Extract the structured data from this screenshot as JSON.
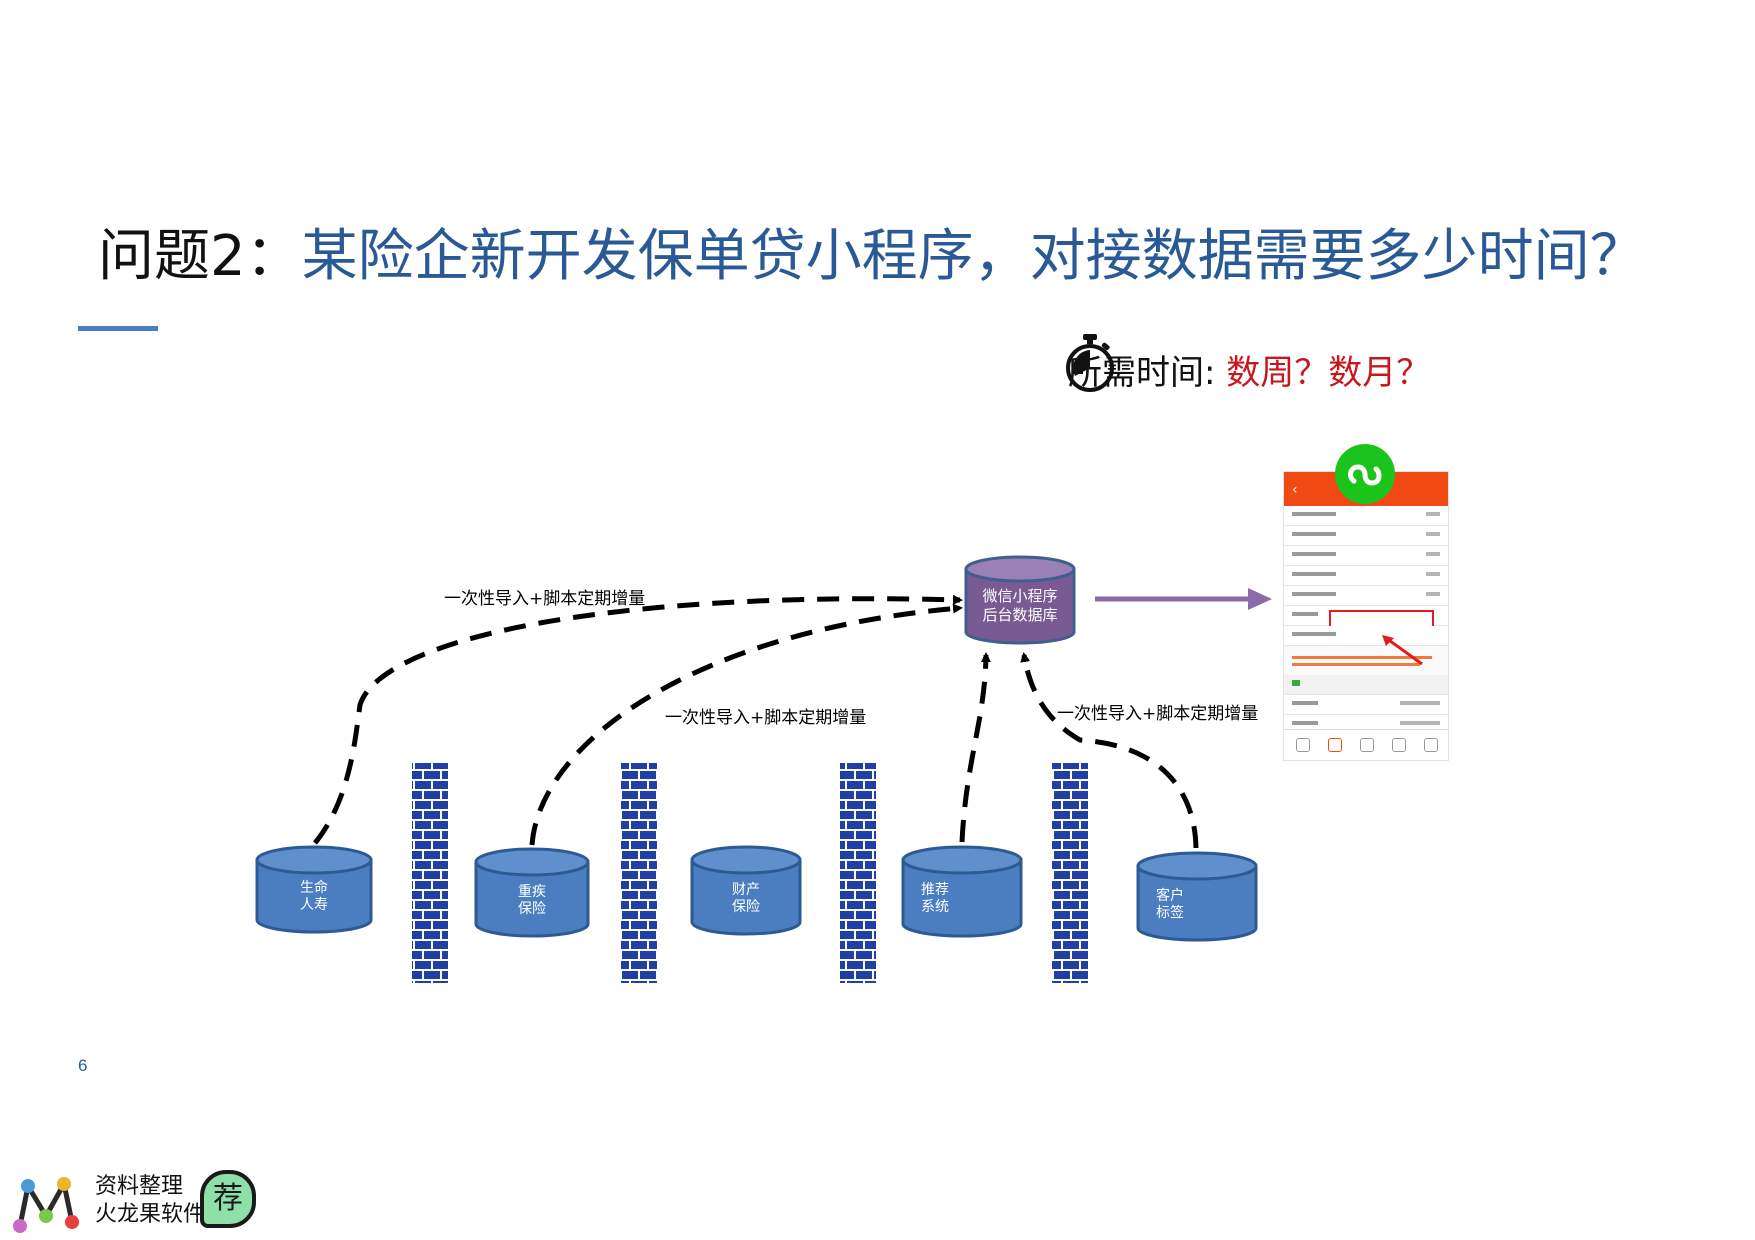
{
  "title": {
    "prefix": "问题2：",
    "question": "某险企新开发保单贷小程序，对接数据需要多少时间？"
  },
  "time_required": {
    "label": "所需时间: ",
    "value": "数周？数月？"
  },
  "diagram": {
    "target_database": {
      "line1": "微信小程序",
      "line2": "后台数据库"
    },
    "sources": [
      {
        "line1": "生命",
        "line2": "人寿"
      },
      {
        "line1": "重疾",
        "line2": "保险"
      },
      {
        "line1": "财产",
        "line2": "保险"
      },
      {
        "line1": "推荐",
        "line2": "系统"
      },
      {
        "line1": "客户",
        "line2": "标签"
      }
    ],
    "edge_labels": [
      "一次性导入+脚本定期增量",
      "一次性导入+脚本定期增量",
      "一次性导入+脚本定期增量"
    ]
  },
  "page_number": "6",
  "watermark": {
    "line1": "资料整理",
    "line2": "火龙果软件",
    "badge": "荐"
  },
  "colors": {
    "title_blue": "#2a5a96",
    "accent_red": "#c8161d",
    "source_db": "#4a7ec0",
    "target_db": "#7a5a92",
    "firewall": "#1f3fa6",
    "arrow_purple": "#8a6aa8"
  }
}
